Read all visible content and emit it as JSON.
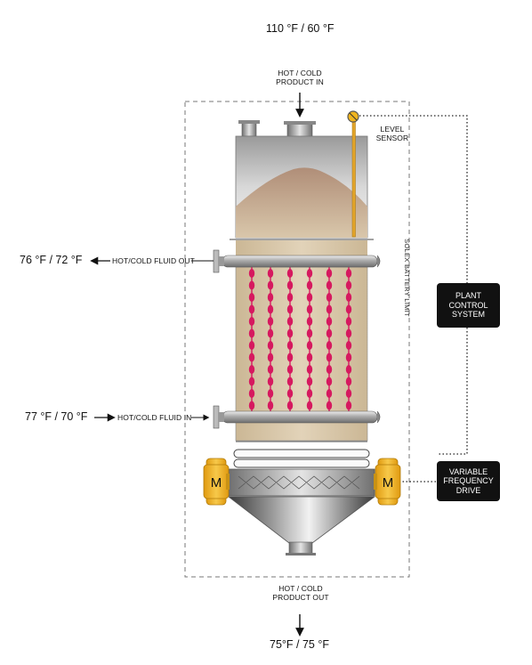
{
  "product_in": {
    "temps": "110 °F / 60 °F",
    "label_line1": "HOT / COLD",
    "label_line2": "PRODUCT IN"
  },
  "product_out": {
    "temps": "75°F / 75 °F",
    "label_line1": "HOT / COLD",
    "label_line2": "PRODUCT OUT"
  },
  "fluid_out": {
    "temps": "76 °F / 72 °F",
    "label": "HOT/COLD FLUID OUT"
  },
  "fluid_in": {
    "temps": "77 °F / 70 °F",
    "label": "HOT/COLD FLUID IN"
  },
  "level_sensor": {
    "line1": "LEVEL",
    "line2": "SENSOR"
  },
  "battery_limit": "SOLEX BATTERY LIMIT",
  "plant_control": {
    "line1": "PLANT",
    "line2": "CONTROL",
    "line3": "SYSTEM"
  },
  "vfd": {
    "line1": "VARIABLE",
    "line2": "FREQUENCY",
    "line3": "DRIVE"
  },
  "motor_left": "M",
  "motor_right": "M",
  "colors": {
    "motor": "#f0b51f",
    "plate_fluid": "#d6195f",
    "product_bed": "#d2bfa2",
    "level_rod": "#e3a52a",
    "control_box": "#111111"
  }
}
